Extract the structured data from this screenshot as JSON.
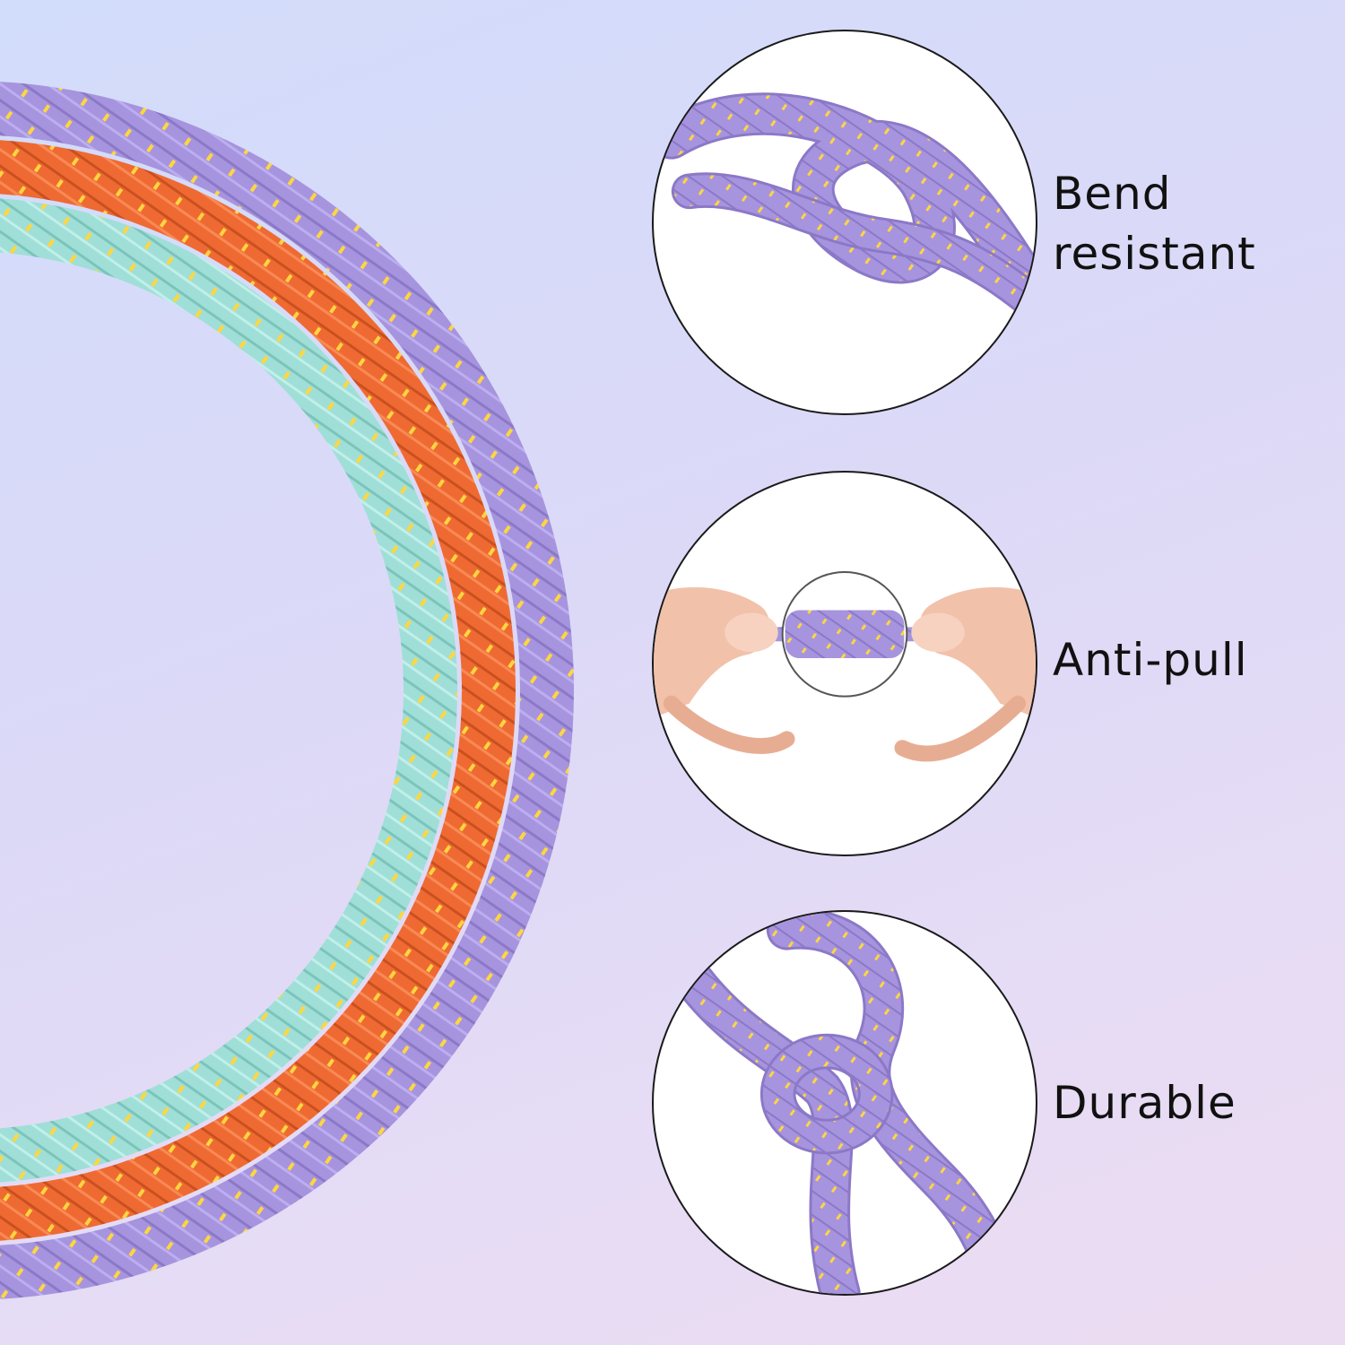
{
  "colors": {
    "lavender": "#a694de",
    "orange": "#ef6a33",
    "mint": "#9fdfd7",
    "gold": "#ffd640",
    "skin": "#f2c1aa"
  },
  "features": [
    {
      "label_line1": "Bend",
      "label_line2": "resistant",
      "icon": "knot-icon"
    },
    {
      "label_line1": "Anti-pull",
      "icon": "pull-icon"
    },
    {
      "label_line1": "Durable",
      "icon": "linked-loops-icon"
    }
  ]
}
